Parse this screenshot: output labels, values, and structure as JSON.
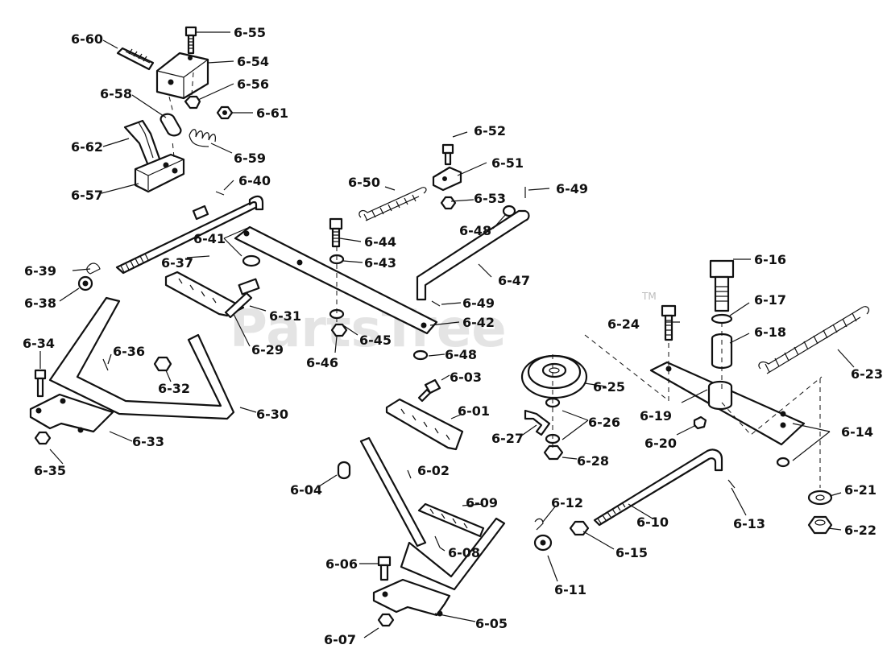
{
  "watermark": {
    "text": "PartsTree",
    "trademark": "TM"
  },
  "labels": [
    {
      "id": "6-60",
      "text": "6-60"
    },
    {
      "id": "6-55",
      "text": "6-55"
    },
    {
      "id": "6-54",
      "text": "6-54"
    },
    {
      "id": "6-56",
      "text": "6-56"
    },
    {
      "id": "6-58",
      "text": "6-58"
    },
    {
      "id": "6-61",
      "text": "6-61"
    },
    {
      "id": "6-62",
      "text": "6-62"
    },
    {
      "id": "6-59",
      "text": "6-59"
    },
    {
      "id": "6-57",
      "text": "6-57"
    },
    {
      "id": "6-40",
      "text": "6-40"
    },
    {
      "id": "6-52",
      "text": "6-52"
    },
    {
      "id": "6-51",
      "text": "6-51"
    },
    {
      "id": "6-50",
      "text": "6-50"
    },
    {
      "id": "6-53",
      "text": "6-53"
    },
    {
      "id": "6-49a",
      "text": "6-49"
    },
    {
      "id": "6-48a",
      "text": "6-48"
    },
    {
      "id": "6-41",
      "text": "6-41"
    },
    {
      "id": "6-44",
      "text": "6-44"
    },
    {
      "id": "6-43",
      "text": "6-43"
    },
    {
      "id": "6-37",
      "text": "6-37"
    },
    {
      "id": "6-39",
      "text": "6-39"
    },
    {
      "id": "6-38",
      "text": "6-38"
    },
    {
      "id": "6-47",
      "text": "6-47"
    },
    {
      "id": "6-16",
      "text": "6-16"
    },
    {
      "id": "6-17",
      "text": "6-17"
    },
    {
      "id": "6-49b",
      "text": "6-49"
    },
    {
      "id": "6-31",
      "text": "6-31"
    },
    {
      "id": "6-42",
      "text": "6-42"
    },
    {
      "id": "6-24",
      "text": "6-24"
    },
    {
      "id": "6-18",
      "text": "6-18"
    },
    {
      "id": "6-29",
      "text": "6-29"
    },
    {
      "id": "6-45",
      "text": "6-45"
    },
    {
      "id": "6-34",
      "text": "6-34"
    },
    {
      "id": "6-36",
      "text": "6-36"
    },
    {
      "id": "6-46",
      "text": "6-46"
    },
    {
      "id": "6-48b",
      "text": "6-48"
    },
    {
      "id": "6-23",
      "text": "6-23"
    },
    {
      "id": "6-32",
      "text": "6-32"
    },
    {
      "id": "6-03",
      "text": "6-03"
    },
    {
      "id": "6-25",
      "text": "6-25"
    },
    {
      "id": "6-30",
      "text": "6-30"
    },
    {
      "id": "6-01",
      "text": "6-01"
    },
    {
      "id": "6-19",
      "text": "6-19"
    },
    {
      "id": "6-26",
      "text": "6-26"
    },
    {
      "id": "6-33",
      "text": "6-33"
    },
    {
      "id": "6-27",
      "text": "6-27"
    },
    {
      "id": "6-14",
      "text": "6-14"
    },
    {
      "id": "6-20",
      "text": "6-20"
    },
    {
      "id": "6-02",
      "text": "6-02"
    },
    {
      "id": "6-28",
      "text": "6-28"
    },
    {
      "id": "6-35",
      "text": "6-35"
    },
    {
      "id": "6-04",
      "text": "6-04"
    },
    {
      "id": "6-09",
      "text": "6-09"
    },
    {
      "id": "6-21",
      "text": "6-21"
    },
    {
      "id": "6-12",
      "text": "6-12"
    },
    {
      "id": "6-10",
      "text": "6-10"
    },
    {
      "id": "6-13",
      "text": "6-13"
    },
    {
      "id": "6-08",
      "text": "6-08"
    },
    {
      "id": "6-15",
      "text": "6-15"
    },
    {
      "id": "6-22",
      "text": "6-22"
    },
    {
      "id": "6-06",
      "text": "6-06"
    },
    {
      "id": "6-11",
      "text": "6-11"
    },
    {
      "id": "6-05",
      "text": "6-05"
    },
    {
      "id": "6-07",
      "text": "6-07"
    }
  ]
}
